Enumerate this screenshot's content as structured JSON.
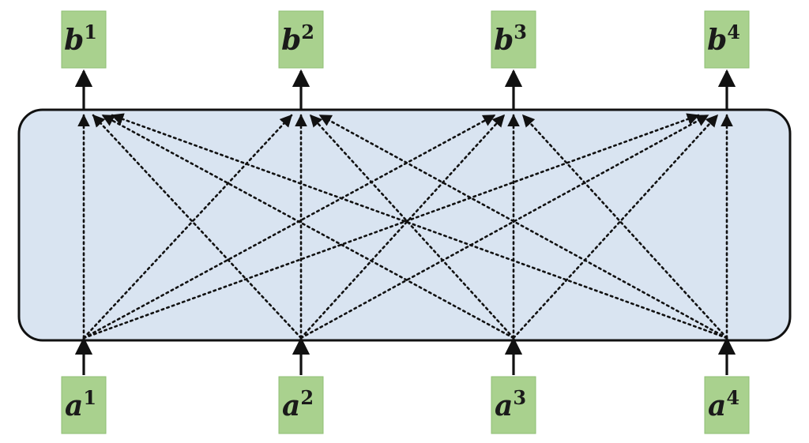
{
  "diagram": {
    "colors": {
      "node_fill": "#a9d18e",
      "node_stroke": "#8fbf74",
      "layer_fill": "#d9e4f1",
      "layer_stroke": "#111111",
      "arrow": "#111111"
    },
    "inputs": [
      {
        "base": "a",
        "sup": "1"
      },
      {
        "base": "a",
        "sup": "2"
      },
      {
        "base": "a",
        "sup": "3"
      },
      {
        "base": "a",
        "sup": "4"
      }
    ],
    "outputs": [
      {
        "base": "b",
        "sup": "1"
      },
      {
        "base": "b",
        "sup": "2"
      },
      {
        "base": "b",
        "sup": "3"
      },
      {
        "base": "b",
        "sup": "4"
      }
    ],
    "connections": "all-to-all"
  }
}
